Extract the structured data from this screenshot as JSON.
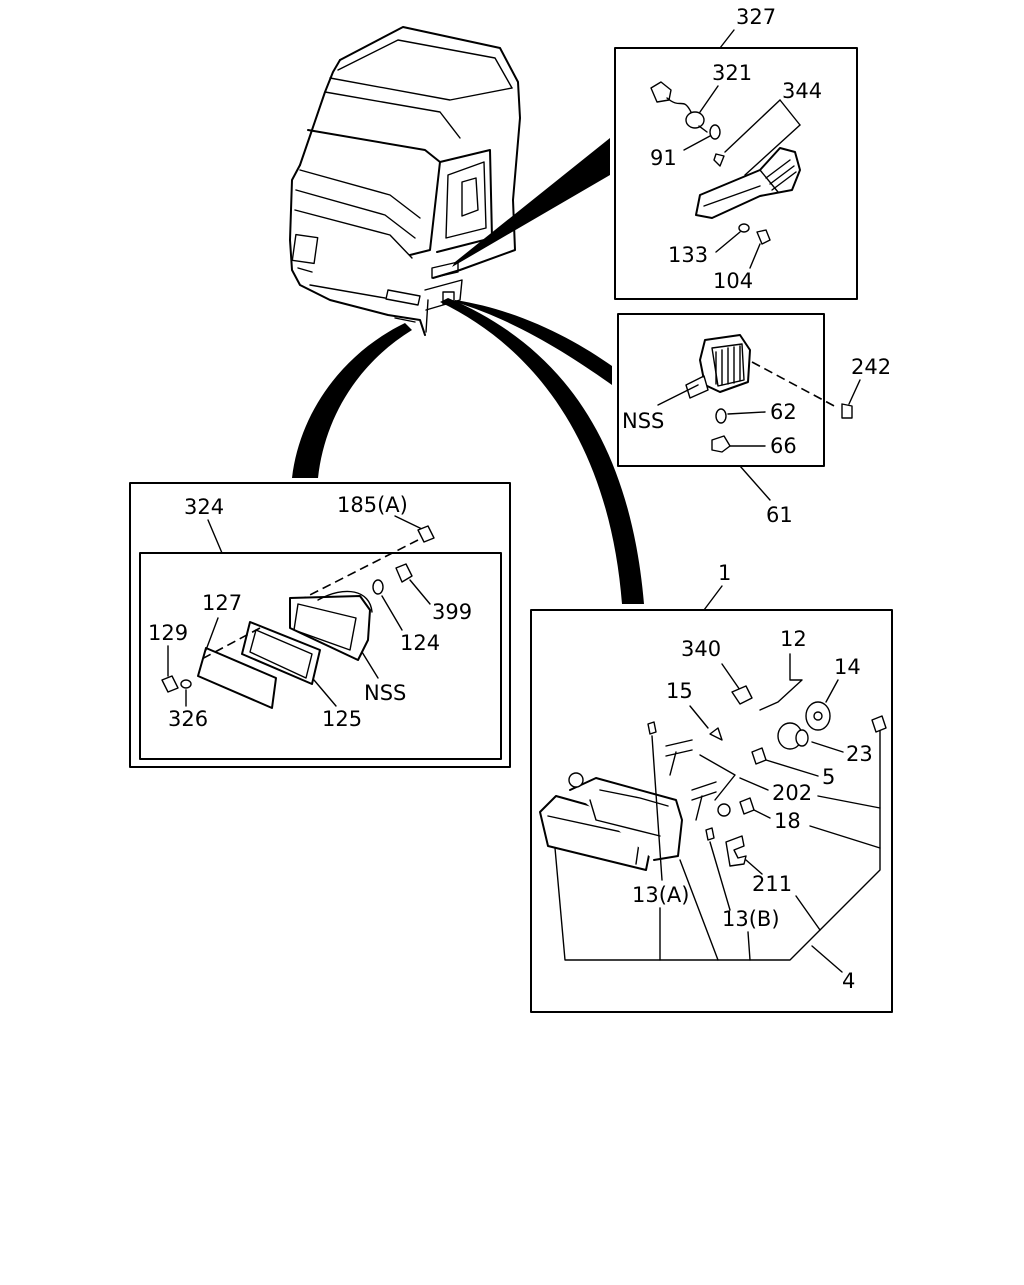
{
  "labels": {
    "l327": "327",
    "l321": "321",
    "l344": "344",
    "l91": "91",
    "l133": "133",
    "l104": "104",
    "l242": "242",
    "lnss1": "NSS",
    "l62": "62",
    "l66": "66",
    "l61": "61",
    "l324": "324",
    "l185a": "185(A)",
    "l399": "399",
    "l127": "127",
    "l124": "124",
    "l129": "129",
    "lnss2": "NSS",
    "l326": "326",
    "l125": "125",
    "l1": "1",
    "l340": "340",
    "l12": "12",
    "l14": "14",
    "l15": "15",
    "l23": "23",
    "l5": "5",
    "l202": "202",
    "l18": "18",
    "l211": "211",
    "l13a": "13(A)",
    "l13b": "13(B)",
    "l4": "4"
  }
}
